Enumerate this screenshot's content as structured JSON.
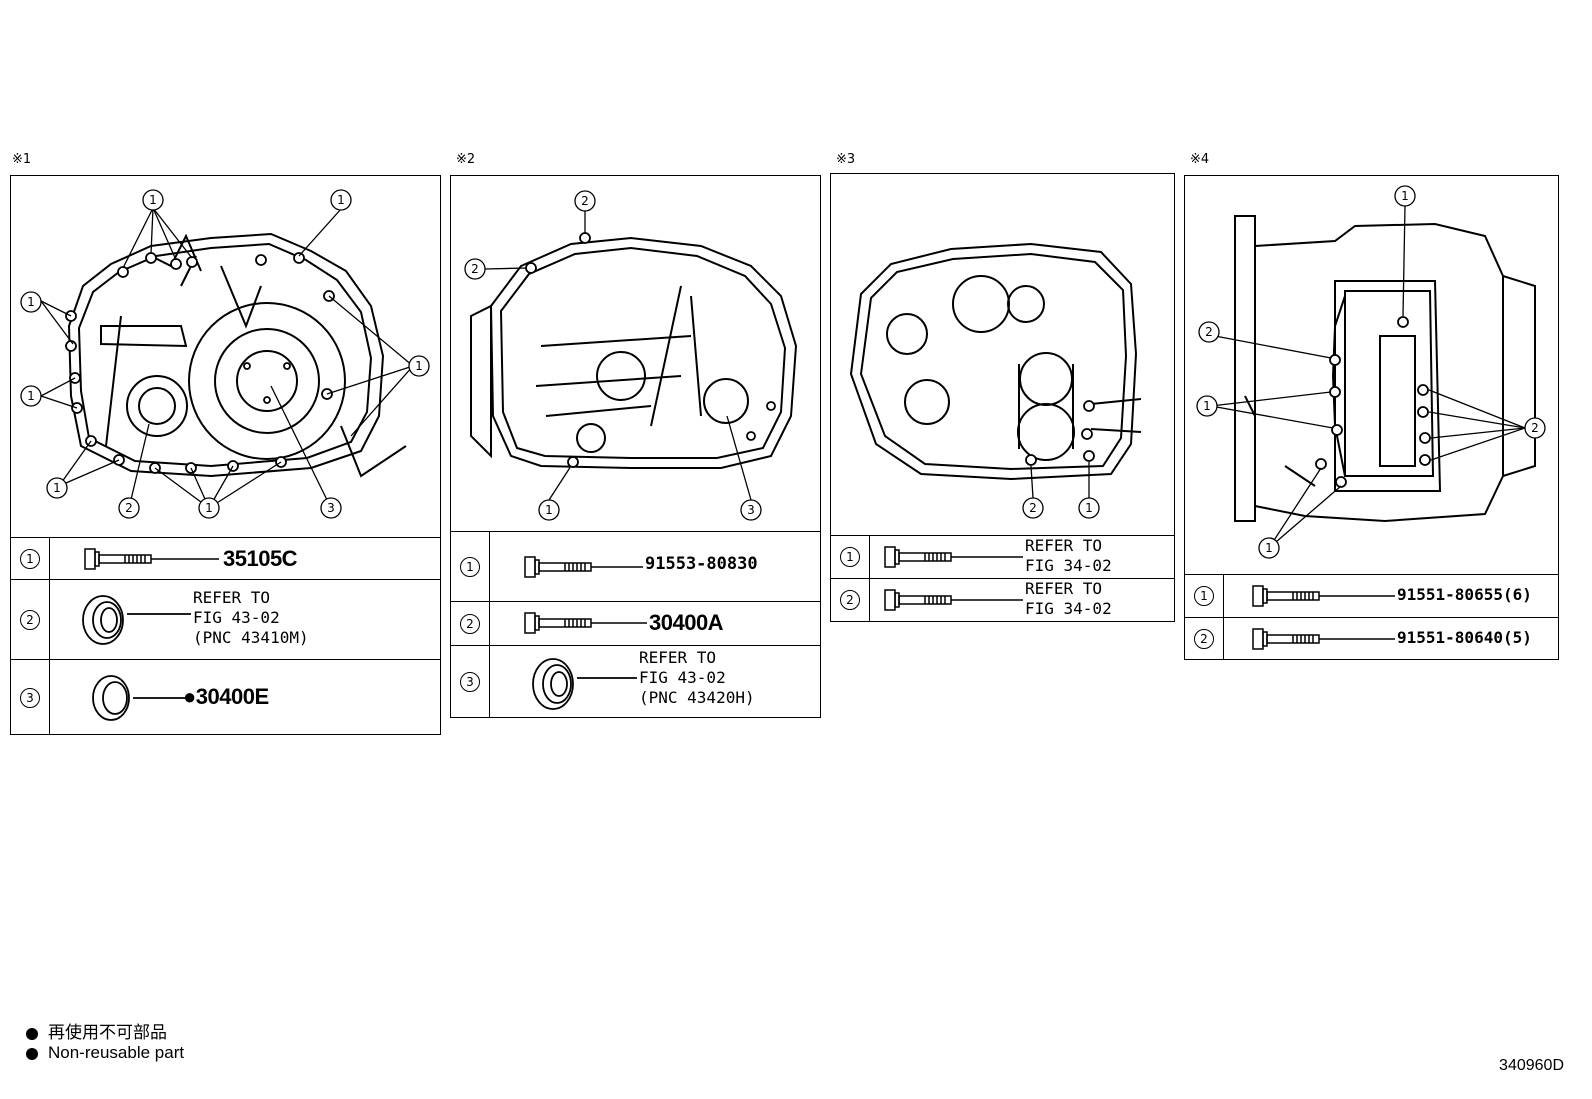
{
  "panels": [
    {
      "mark": "※1",
      "rows": [
        {
          "num": "1",
          "part": "35105C"
        },
        {
          "num": "2",
          "ref": "REFER TO\nFIG 43-02\n(PNC 43410M)"
        },
        {
          "num": "3",
          "part": "●30400E"
        }
      ]
    },
    {
      "mark": "※2",
      "rows": [
        {
          "num": "1",
          "part": "91553-80830"
        },
        {
          "num": "2",
          "part": "30400A"
        },
        {
          "num": "3",
          "ref": "REFER TO\nFIG 43-02\n(PNC 43420H)"
        }
      ]
    },
    {
      "mark": "※3",
      "rows": [
        {
          "num": "1",
          "ref": "REFER TO\nFIG 34-02"
        },
        {
          "num": "2",
          "ref": "REFER TO\nFIG 34-02"
        }
      ]
    },
    {
      "mark": "※4",
      "rows": [
        {
          "num": "1",
          "part": "91551-80655(6)"
        },
        {
          "num": "2",
          "part": "91551-80640(5)"
        }
      ]
    }
  ],
  "legend": {
    "line1": "再使用不可部品",
    "line2": "Non-reusable part"
  },
  "figure_code": "340960D",
  "callouts": {
    "one": "1",
    "two": "2",
    "three": "3"
  }
}
